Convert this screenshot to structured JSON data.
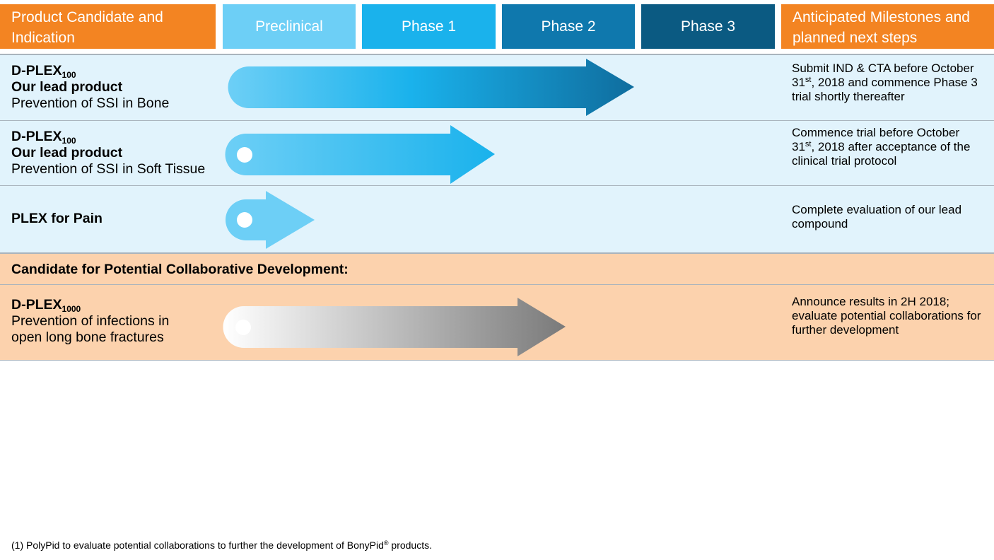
{
  "header": {
    "candidate_col": "Product Candidate and Indication",
    "phases": [
      "Preclinical",
      "Phase 1",
      "Phase 2",
      "Phase 3"
    ],
    "milestones_col": "Anticipated Milestones and planned next steps"
  },
  "colors": {
    "orange": "#f38422",
    "preclinical": "#6dcff6",
    "phase1": "#1ab2ec",
    "phase2": "#0f78ad",
    "phase3": "#0b5a82",
    "row_blue": "#e1f3fc",
    "row_peach": "#fcd2ad"
  },
  "candidates": [
    {
      "name": "D-PLEX",
      "subscript": "100",
      "line2": "Our lead product",
      "line3": "Prevention of SSI in Bone",
      "progress_stage": "Phase 2",
      "milestone_pre": "Submit IND & CTA before October 31",
      "milestone_sup": "st",
      "milestone_post": ", 2018 and commence Phase 3 trial shortly thereafter"
    },
    {
      "name": "D-PLEX",
      "subscript": "100",
      "line2": "Our lead product",
      "line3": "Prevention of SSI in Soft Tissue",
      "progress_stage": "Phase 1",
      "milestone_pre": "Commence trial before October 31",
      "milestone_sup": "st",
      "milestone_post": ", 2018 after acceptance of the clinical trial protocol"
    },
    {
      "name": "PLEX for Pain",
      "progress_stage": "Preclinical",
      "milestone": "Complete evaluation of our lead compound"
    }
  ],
  "collaborative_heading": "Candidate for Potential Collaborative Development:",
  "collaborative": {
    "name": "D-PLEX",
    "subscript": "1000",
    "line2": "Prevention of infections in",
    "line3": "open long bone fractures",
    "progress_stage": "Phase 2",
    "milestone": "Announce results in 2H 2018; evaluate potential collaborations for further development"
  },
  "footnote": {
    "text": "(1) PolyPid to evaluate potential collaborations to further the development of BonyPid",
    "sup": "®",
    "tail": " products."
  }
}
